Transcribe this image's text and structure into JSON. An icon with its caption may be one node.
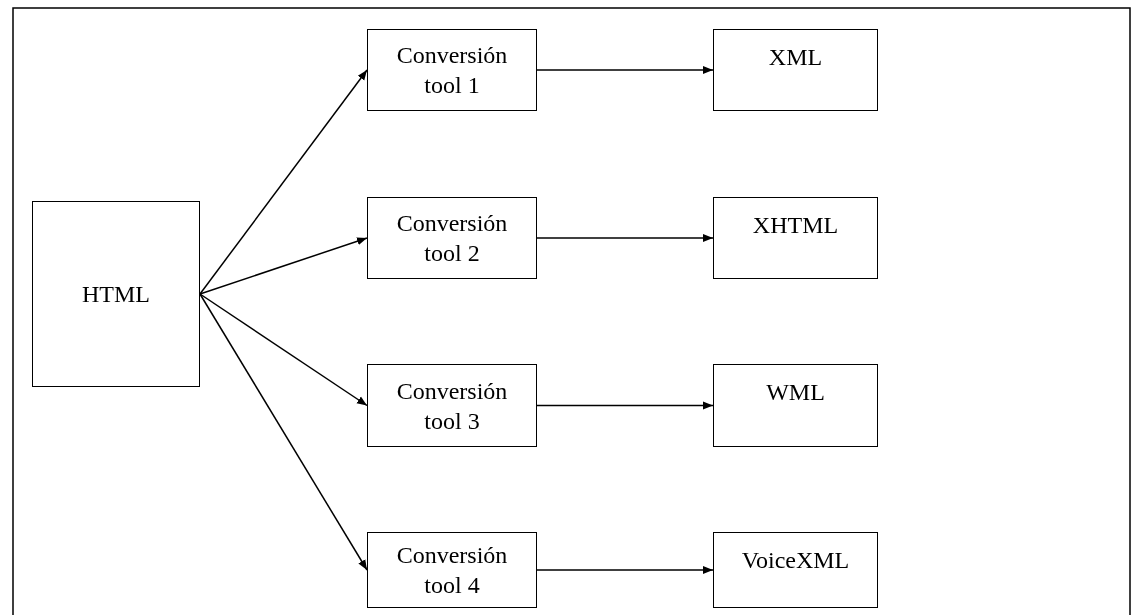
{
  "diagram": {
    "nodes": [
      {
        "text": [
          "HTML"
        ]
      },
      {
        "text": [
          "Conversión tool 1"
        ]
      },
      {
        "text": [
          "Conversión tool 2"
        ]
      },
      {
        "text": [
          "Conversión tool 3"
        ]
      },
      {
        "text": [
          "Conversión tool 4"
        ]
      },
      {
        "text": [
          "XML"
        ]
      },
      {
        "text": [
          "XHTML"
        ]
      },
      {
        "text": [
          "WML"
        ]
      },
      {
        "text": [
          "VoiceXML"
        ]
      }
    ],
    "edges": [
      {
        "from": 0,
        "to": 1,
        "arrow": "to"
      },
      {
        "from": 0,
        "to": 2,
        "arrow": "to"
      },
      {
        "from": 0,
        "to": 3,
        "arrow": "to"
      },
      {
        "from": 0,
        "to": 4,
        "arrow": "to"
      },
      {
        "from": 1,
        "to": 5,
        "arrow": "to"
      },
      {
        "from": 2,
        "to": 6,
        "arrow": "to"
      },
      {
        "from": 3,
        "to": 7,
        "arrow": "to"
      },
      {
        "from": 4,
        "to": 8,
        "arrow": "to"
      }
    ]
  }
}
